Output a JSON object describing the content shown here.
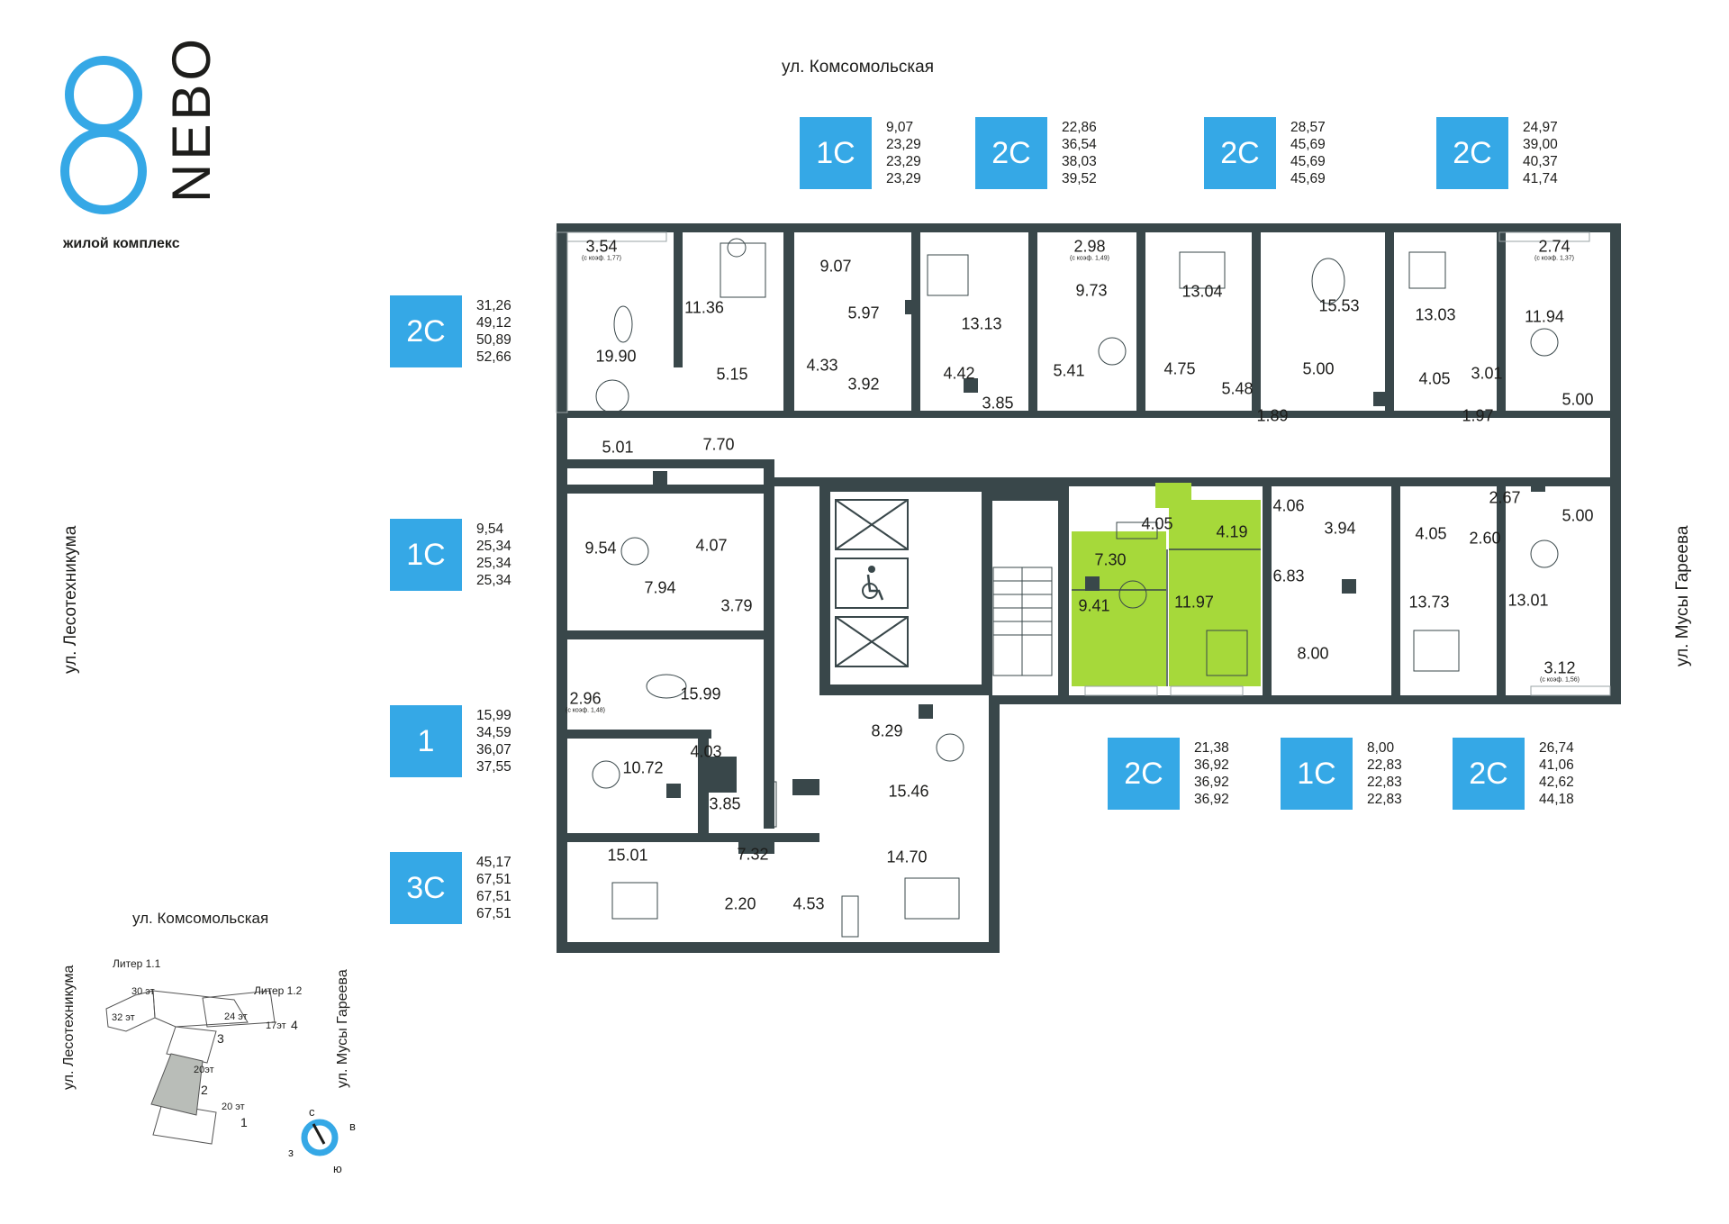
{
  "brand": {
    "name": "NEBO",
    "subtitle": "жилой комплекс",
    "color": "#35a8e6"
  },
  "streets": {
    "top": "ул. Комсомольская",
    "left": "ул. Лесотехникума",
    "right": "ул. Мусы Гареева"
  },
  "apartments": [
    {
      "id": "top-1",
      "type": "1С",
      "areas": [
        "9,07",
        "23,29",
        "23,29",
        "23,29"
      ]
    },
    {
      "id": "top-2",
      "type": "2С",
      "areas": [
        "22,86",
        "36,54",
        "38,03",
        "39,52"
      ]
    },
    {
      "id": "top-3",
      "type": "2С",
      "areas": [
        "28,57",
        "45,69",
        "45,69",
        "45,69"
      ]
    },
    {
      "id": "top-4",
      "type": "2С",
      "areas": [
        "24,97",
        "39,00",
        "40,37",
        "41,74"
      ]
    },
    {
      "id": "left-1",
      "type": "2С",
      "areas": [
        "31,26",
        "49,12",
        "50,89",
        "52,66"
      ]
    },
    {
      "id": "left-2",
      "type": "1С",
      "areas": [
        "9,54",
        "25,34",
        "25,34",
        "25,34"
      ]
    },
    {
      "id": "left-3",
      "type": "1",
      "areas": [
        "15,99",
        "34,59",
        "36,07",
        "37,55"
      ]
    },
    {
      "id": "left-4",
      "type": "3С",
      "areas": [
        "45,17",
        "67,51",
        "67,51",
        "67,51"
      ]
    },
    {
      "id": "bottom-1",
      "type": "2С",
      "areas": [
        "21,38",
        "36,92",
        "36,92",
        "36,92"
      ]
    },
    {
      "id": "bottom-2",
      "type": "1С",
      "areas": [
        "8,00",
        "22,83",
        "22,83",
        "22,83"
      ]
    },
    {
      "id": "bottom-3",
      "type": "2С",
      "areas": [
        "26,74",
        "41,06",
        "42,62",
        "44,18"
      ]
    }
  ],
  "highlight_color": "#a6d93a",
  "room_labels": [
    "3.54",
    "11.36",
    "9.07",
    "13.13",
    "2.98",
    "13.04",
    "15.53",
    "13.03",
    "2.74",
    "19.90",
    "5.97",
    "9.73",
    "11.94",
    "5.15",
    "4.33",
    "3.92",
    "4.42",
    "5.41",
    "4.75",
    "5.00",
    "4.05",
    "3.01",
    "5.00",
    "5.48",
    "1.89",
    "1.97",
    "3.85",
    "5.01",
    "7.70",
    "9.54",
    "4.07",
    "7.94",
    "3.79",
    "4.05",
    "4.19",
    "7.30",
    "9.41",
    "11.97",
    "4.06",
    "3.94",
    "6.83",
    "8.00",
    "4.05",
    "2.67",
    "5.00",
    "2.60",
    "13.73",
    "13.01",
    "3.12",
    "2.96",
    "15.99",
    "10.72",
    "4.03",
    "3.85",
    "8.29",
    "15.46",
    "15.01",
    "7.32",
    "2.20",
    "4.53",
    "14.70"
  ],
  "coef_labels": [
    "(с коэф. 1,77)",
    "(с коэф. 1,49)",
    "(с коэф. 1,37)",
    "(с коэф. 1,48)",
    "(с коэф. 1,56)"
  ],
  "minimap": {
    "street_top": "ул. Комсомольская",
    "street_left": "ул. Лесотехникума",
    "street_right": "ул. Мусы Гареева",
    "litera_1_1": "Литер 1.1",
    "litera_1_2": "Литер 1.2",
    "b30": "30 эт",
    "b32": "32 эт",
    "b24": "24 эт",
    "n3": "3",
    "b17": "17эт",
    "n4": "4",
    "b20a": "20эт",
    "n2": "2",
    "b20b": "20 эт",
    "n1": "1",
    "compass": {
      "n": "с",
      "e": "в",
      "w": "з",
      "s": "ю"
    }
  }
}
